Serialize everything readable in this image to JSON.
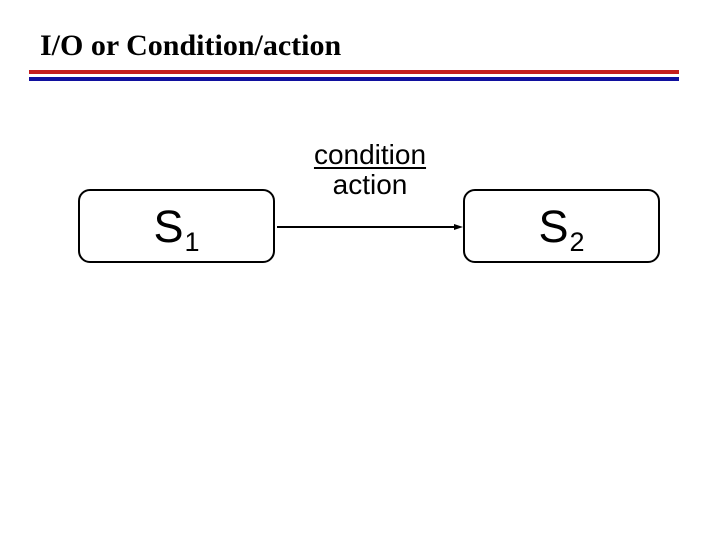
{
  "slide": {
    "title": "I/O or Condition/action",
    "background_color": "#FFFFFF",
    "title_underline": {
      "top_line_color": "#C41E1E",
      "bottom_line_color": "#10109E"
    }
  },
  "diagram": {
    "type": "state-transition",
    "transition": {
      "condition_label": "condition",
      "action_label": "action"
    },
    "states": [
      {
        "base": "S",
        "sub": "1"
      },
      {
        "base": "S",
        "sub": "2"
      }
    ],
    "arrow": {
      "from_state": "S1",
      "to_state": "S2",
      "color": "#000000"
    }
  }
}
